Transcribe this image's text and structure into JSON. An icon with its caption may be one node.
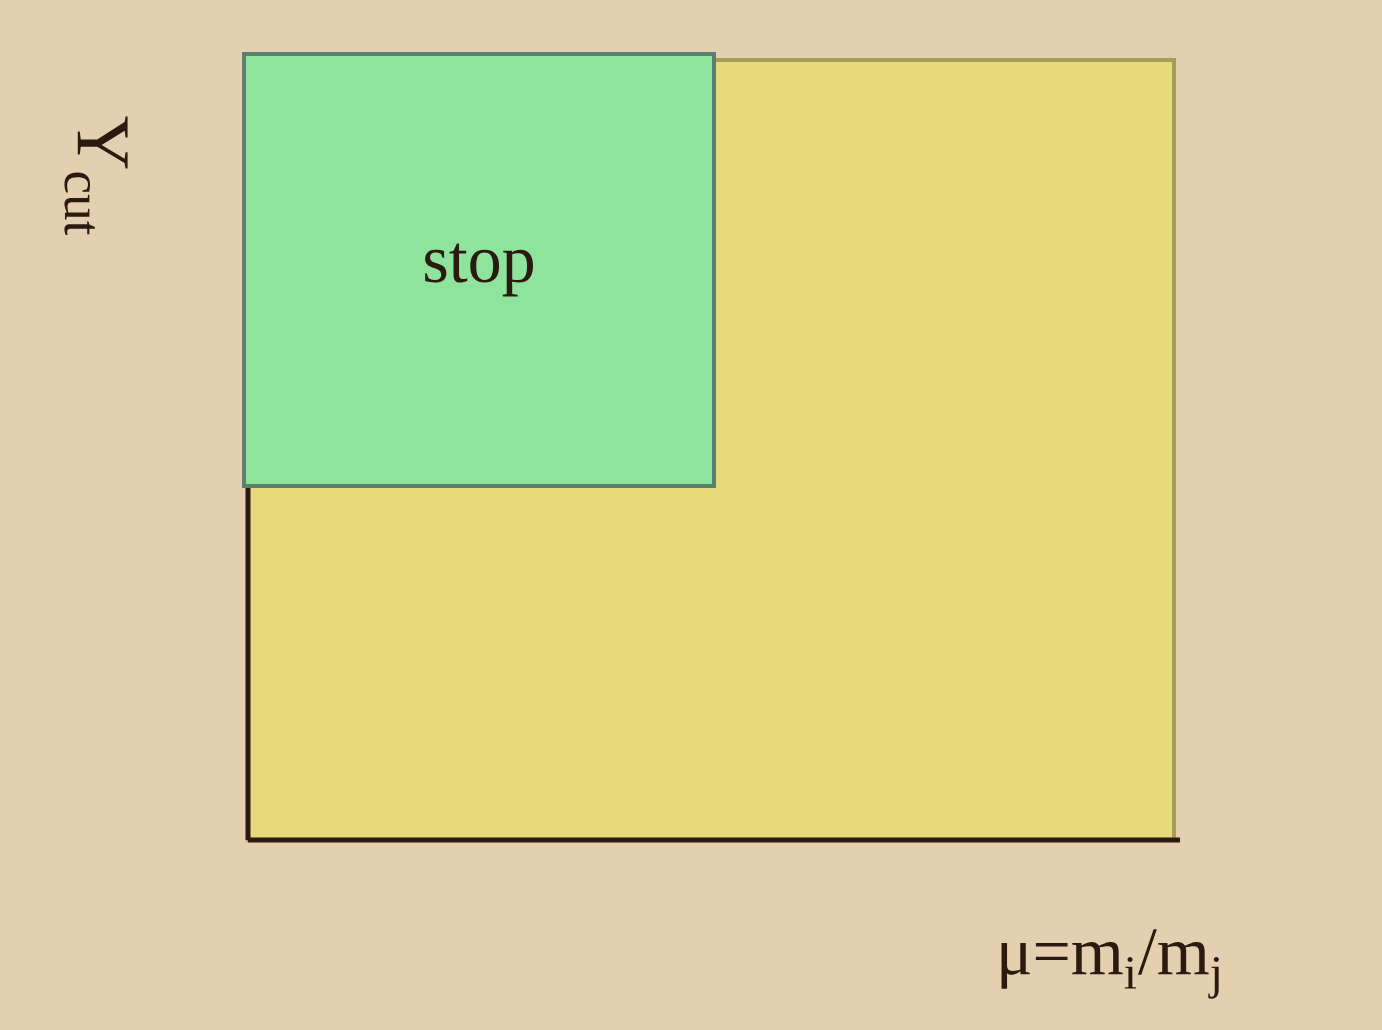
{
  "diagram": {
    "nodes": [
      {
        "text": [],
        "shape": "box"
      },
      {
        "text": [
          "stop"
        ],
        "in": 0
      }
    ],
    "labels": [
      "Y$_{cut}$",
      "μ=m$_{i}$/m$_{j}$"
    ]
  }
}
